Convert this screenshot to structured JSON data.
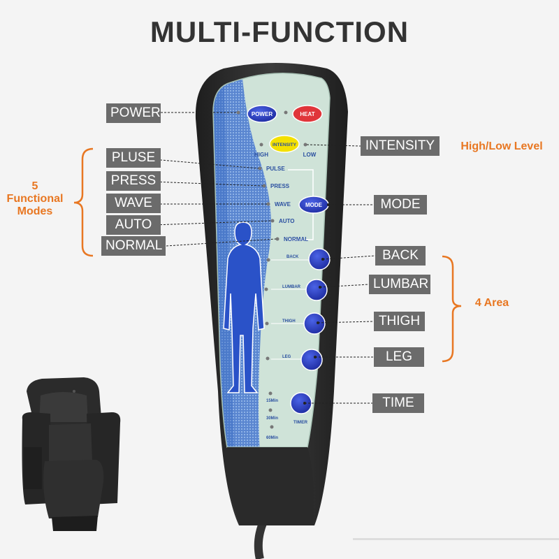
{
  "title": "MULTI-FUNCTION",
  "labels": {
    "power": "POWER",
    "pluse": "PLUSE",
    "press": "PRESS",
    "wave": "WAVE",
    "auto": "AUTO",
    "normal": "NORMAL",
    "intensity": "INTENSITY",
    "mode": "MODE",
    "back": "BACK",
    "lumbar": "LUMBAR",
    "thigh": "THIGH",
    "leg": "LEG",
    "time": "TIME"
  },
  "annotations": {
    "high_low": "High/Low Level",
    "functional_modes_1": "5",
    "functional_modes_2": "Functional",
    "functional_modes_3": "Modes",
    "area": "4 Area"
  },
  "remote": {
    "power_button": "POWER",
    "heat_button": "HEAT",
    "intensity_button": "INTENSITY",
    "high": "HIGH",
    "low": "LOW",
    "mode_button": "MODE",
    "pulse": "PULSE",
    "press": "PRESS",
    "wave": "WAVE",
    "auto": "AUTO",
    "normal": "NORMAL",
    "back": "BACK",
    "lumbar": "LUMBAR",
    "thigh": "THIGH",
    "leg": "LEG",
    "min15": "15Min",
    "min30": "30Min",
    "min60": "60Min",
    "timer": "TIMER"
  },
  "colors": {
    "orange": "#e87722",
    "label_bg": "#6b6b6b",
    "remote_body": "#2e2e2e",
    "panel_mint": "#cfe3d8",
    "panel_blue": "#2f5fb8",
    "button_blue": "#2a3fc4",
    "heat_red": "#e0353a",
    "intensity_yellow": "#f3e000"
  }
}
